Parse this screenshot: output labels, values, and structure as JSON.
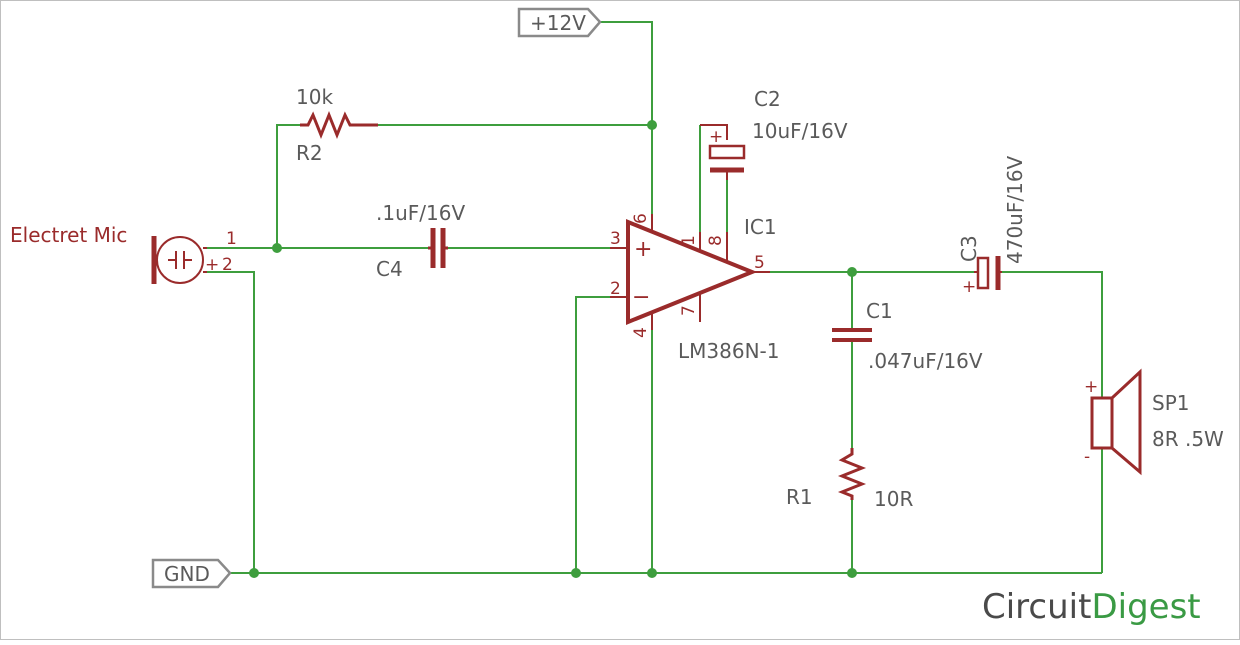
{
  "title": "Electret Mic",
  "power": {
    "vcc_label": "+12V",
    "gnd_label": "GND"
  },
  "components": {
    "mic": {
      "pin1": "1",
      "pin2": "2",
      "plus": "+"
    },
    "r2": {
      "name": "R2",
      "value": "10k"
    },
    "c4": {
      "name": "C4",
      "value": ".1uF/16V"
    },
    "c2": {
      "name": "C2",
      "value": "10uF/16V",
      "plus": "+"
    },
    "ic1": {
      "name": "IC1",
      "part": "LM386N-1",
      "pins": {
        "p1": "1",
        "p2": "2",
        "p3": "3",
        "p4": "4",
        "p5": "5",
        "p6": "6",
        "p7": "7",
        "p8": "8"
      },
      "plus": "+",
      "minus": "−"
    },
    "c1": {
      "name": "C1",
      "value": ".047uF/16V"
    },
    "r1": {
      "name": "R1",
      "value": "10R"
    },
    "c3": {
      "name": "C3",
      "value": "470uF/16V",
      "plus": "+"
    },
    "sp1": {
      "name": "SP1",
      "value": "8R .5W",
      "plus": "+",
      "minus": "-"
    }
  },
  "brand": {
    "part1": "Circuit",
    "part2": "Digest"
  }
}
